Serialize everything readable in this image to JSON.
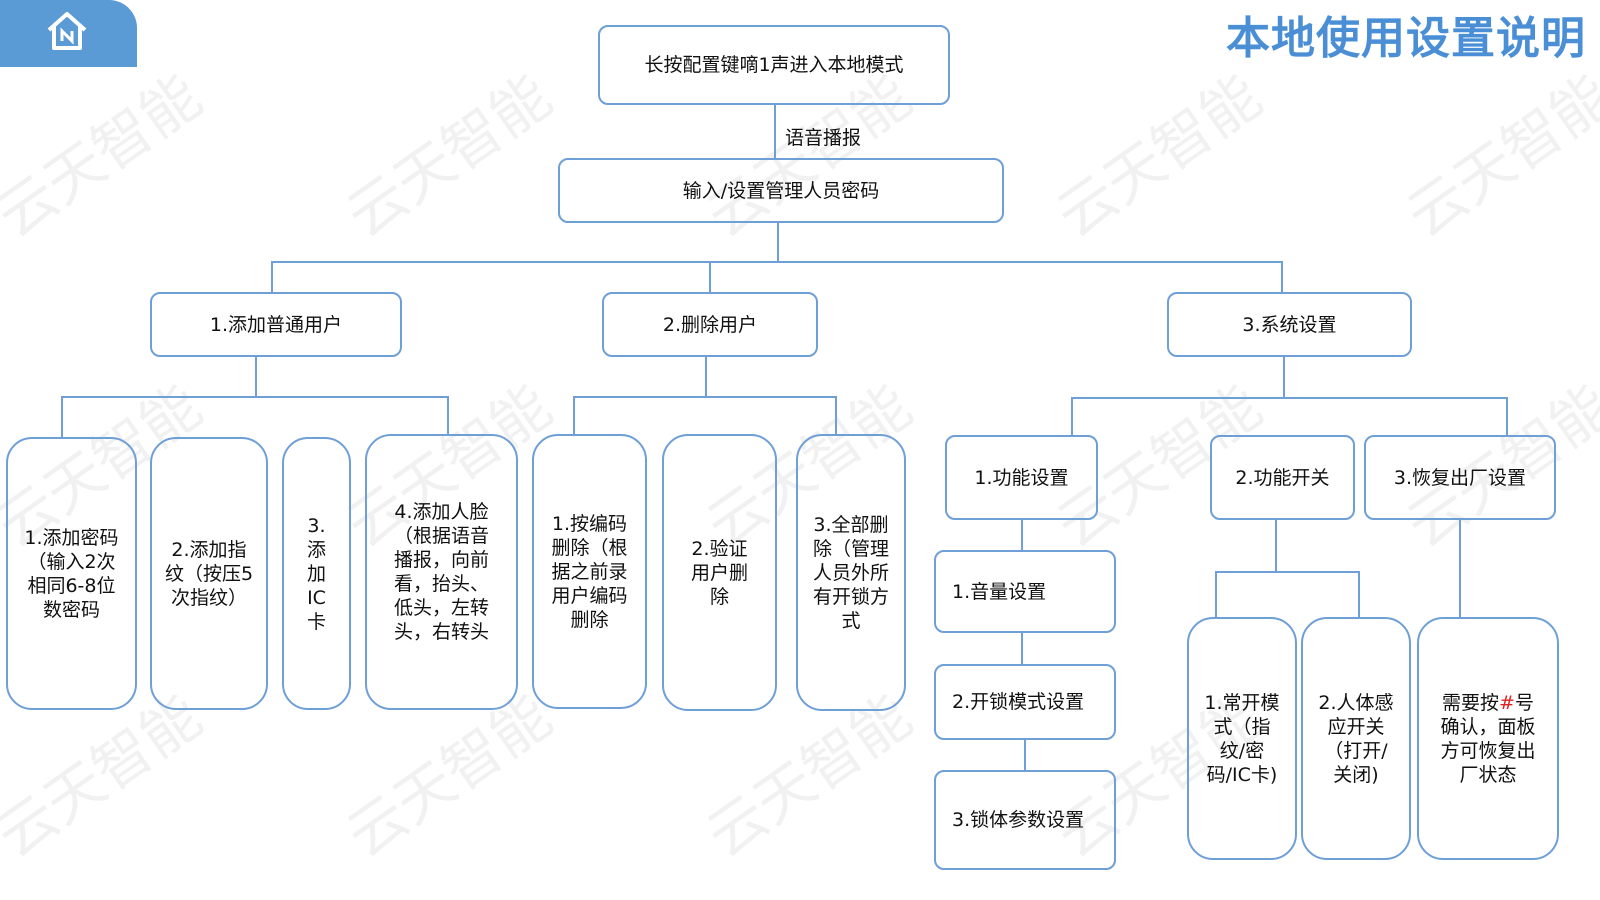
{
  "header": {
    "title": "本地使用设置说明",
    "home_icon": "home-icon"
  },
  "watermark": "云天智能",
  "root": "长按配置键嘀1声进入本地模式",
  "edge_label": "语音播报",
  "password": "输入/设置管理人员密码",
  "branches": {
    "add_user": {
      "label": "1.添加普通用户",
      "children": [
        "1.添加密码（输入2次相同6-8位数密码",
        "2.添加指纹（按压5次指纹）",
        "3.添加IC卡",
        "4.添加人脸（根据语音播报，向前看，抬头、低头，左转头，右转头"
      ]
    },
    "delete_user": {
      "label": "2.删除用户",
      "children": [
        "1.按编码删除（根据之前录用户编码删除",
        "2.验证用户删除",
        "3.全部删除（管理人员外所有开锁方式"
      ]
    },
    "system": {
      "label": "3.系统设置",
      "function_settings": {
        "label": "1.功能设置",
        "children": [
          "1.音量设置",
          "2.开锁模式设置",
          "3.锁体参数设置"
        ]
      },
      "function_switch": {
        "label": "2.功能开关",
        "children": [
          "1.常开模式（指纹/密码/IC卡)",
          "2.人体感应开关（打开/关闭)"
        ]
      },
      "factory_reset": {
        "label": "3.恢复出厂设置",
        "note_before": "需要按",
        "note_hash": "#",
        "note_after": "号确认，面板方可恢复出厂状态"
      }
    }
  }
}
